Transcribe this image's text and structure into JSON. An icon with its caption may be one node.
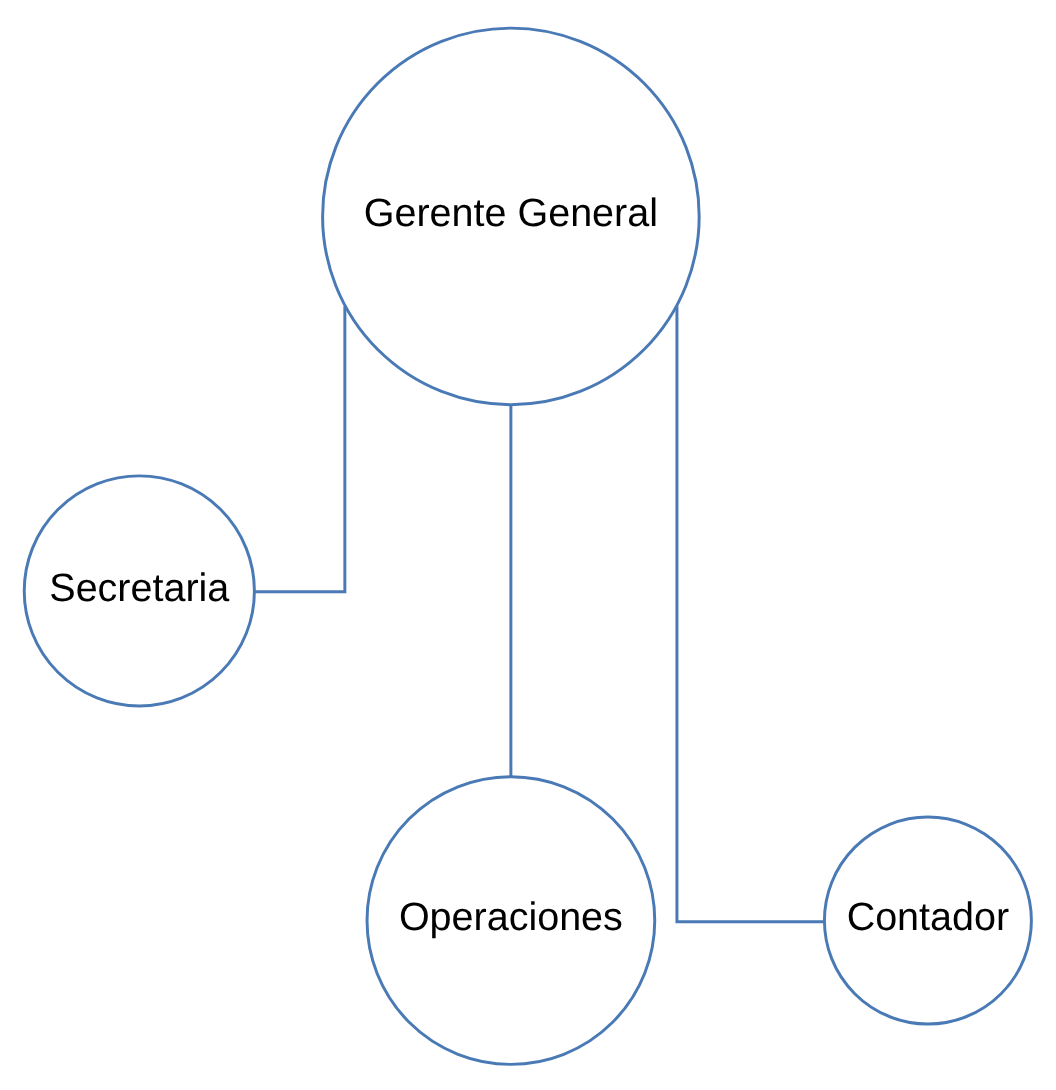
{
  "diagram": {
    "nodes": [
      {
        "text": [
          "Gerente General"
        ]
      },
      {
        "text": [
          "Secretaria"
        ]
      },
      {
        "text": [
          "Operaciones"
        ]
      },
      {
        "text": [
          "Contador"
        ]
      }
    ],
    "edges": [
      {
        "from": 0,
        "to": 1,
        "arrow": "none"
      },
      {
        "from": 0,
        "to": 2,
        "arrow": "none"
      },
      {
        "from": 0,
        "to": 3,
        "arrow": "none"
      }
    ]
  }
}
